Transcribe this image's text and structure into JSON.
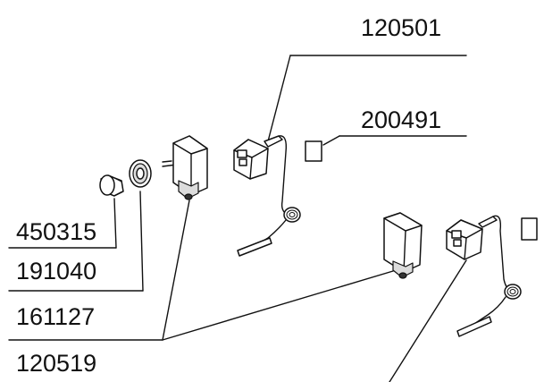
{
  "diagram": {
    "part_numbers": {
      "p120501": "120501",
      "p200491": "200491",
      "p450315": "450315",
      "p191040": "191040",
      "p161127": "161127",
      "p120519": "120519"
    }
  }
}
